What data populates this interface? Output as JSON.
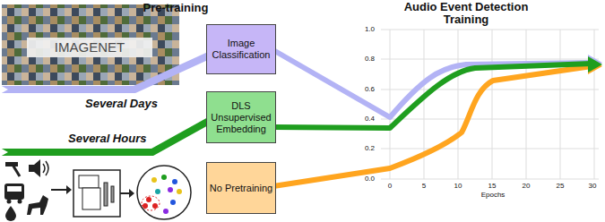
{
  "diagram": {
    "nodes": [
      {
        "text": [
          "Image Classification"
        ]
      },
      {
        "text": [
          "DLS Unsupervised Embedding"
        ]
      },
      {
        "text": [
          "No Pretraining"
        ]
      }
    ],
    "labels": [
      "Pre-training",
      "Audio Event Detection Training",
      "IMAGENET",
      "Several Days",
      "Several Hours",
      "1.0",
      "0.8",
      "0.6",
      "0.4",
      "0.2",
      "0.0",
      "0",
      "5",
      "10",
      "15",
      "20",
      "25",
      "30",
      "Epochs"
    ]
  }
}
